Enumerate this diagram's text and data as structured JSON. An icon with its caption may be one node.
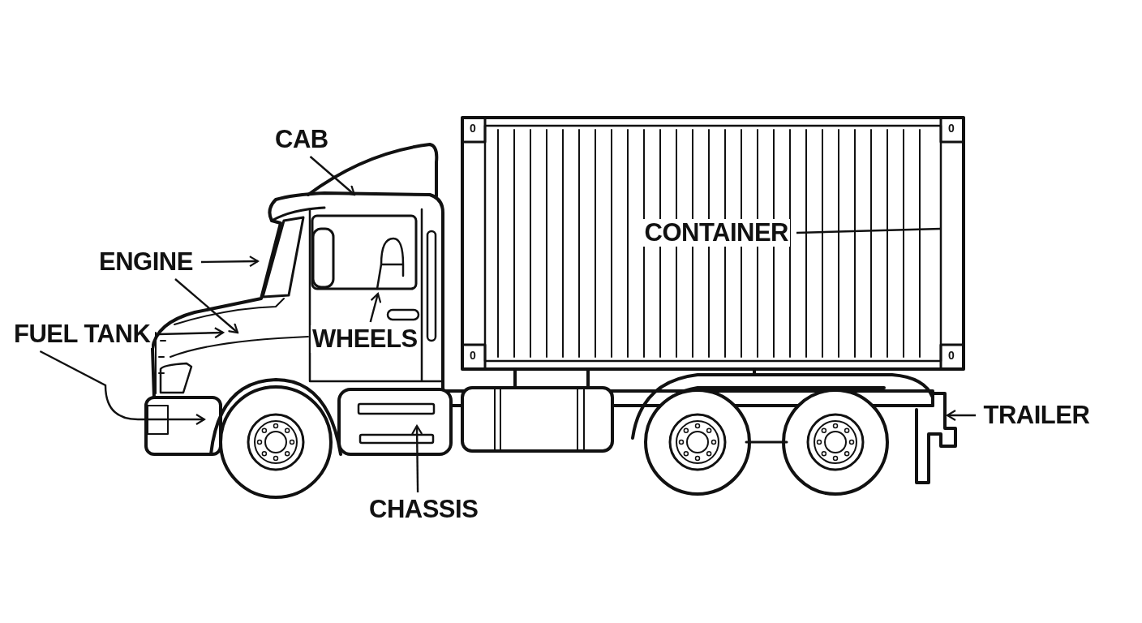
{
  "diagram": {
    "nodes": [
      {
        "text": [
          "CAB"
        ]
      },
      {
        "text": [
          "ENGINE"
        ]
      },
      {
        "text": [
          "FUEL TANK"
        ]
      },
      {
        "text": [
          "WHEELS"
        ]
      },
      {
        "text": [
          "CONTAINER"
        ]
      },
      {
        "text": [
          "TRAILER"
        ]
      },
      {
        "text": [
          "CHASSIS"
        ]
      }
    ],
    "edges": [
      {
        "from": 0,
        "to": null,
        "arrow": "to"
      },
      {
        "from": 1,
        "to": null,
        "arrow": "to"
      },
      {
        "from": 1,
        "to": null,
        "arrow": "to"
      },
      {
        "from": 2,
        "to": null,
        "arrow": "to"
      },
      {
        "from": 2,
        "to": null,
        "arrow": "to"
      },
      {
        "from": 3,
        "to": null,
        "arrow": "to"
      },
      {
        "from": 4,
        "to": null,
        "arrow": "none"
      },
      {
        "from": 5,
        "to": null,
        "arrow": "to"
      },
      {
        "from": 6,
        "to": null,
        "arrow": "to"
      }
    ],
    "labels": [
      "0",
      "0",
      "0",
      "0"
    ]
  }
}
